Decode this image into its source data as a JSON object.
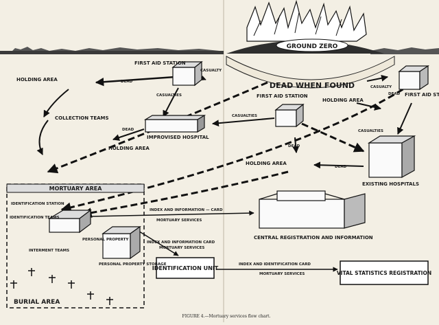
{
  "diagram": {
    "nodes": {
      "ground_zero": "GROUND ZERO",
      "dead_when_found": "DEAD WHEN FOUND",
      "first_aid_left": "FIRST AID STATION",
      "first_aid_center": "FIRST AID STATION",
      "first_aid_right": "FIRST AID STATION",
      "holding_top_left": "HOLDING AREA",
      "holding_center": "HOLDING AREA",
      "holding_left_mid": "HOLDING AREA",
      "holding_lower": "HOLDING AREA",
      "collection_teams": "COLLECTION TEAMS",
      "improvised_hospital": "IMPROVISED HOSPITAL",
      "existing_hospitals": "EXISTING HOSPITALS",
      "mortuary_area": "MORTUARY AREA",
      "identification_station": "IDENTIFICATION STATION",
      "identification_teams": "IDENTIFICATION TEAMS",
      "personal_property": "PERSONAL PROPERTY",
      "personal_property_storage": "PERSONAL PROPERTY STORAGE",
      "interment_teams": "INTERMENT TEAMS",
      "burial_area": "BURIAL AREA",
      "central_registration": "CENTRAL REGISTRATION AND INFORMATION",
      "identification_unit": "IDENTIFICATION UNIT",
      "vital_statistics": "VITAL STATISTICS REGISTRATION"
    },
    "edges": {
      "dead": "DEAD",
      "casualty": "CASUALTY",
      "casualties": "CASUALTIES",
      "index_card_top": "INDEX AND INFORMATION — CARD",
      "mortuary_services": "MORTUARY SERVICES",
      "index_card_mid": "INDEX AND INFORMATION CARD",
      "index_ident_card": "INDEX AND IDENTIFICATION CARD"
    },
    "caption": "FIGURE 4.—Mortuary services flow chart."
  }
}
